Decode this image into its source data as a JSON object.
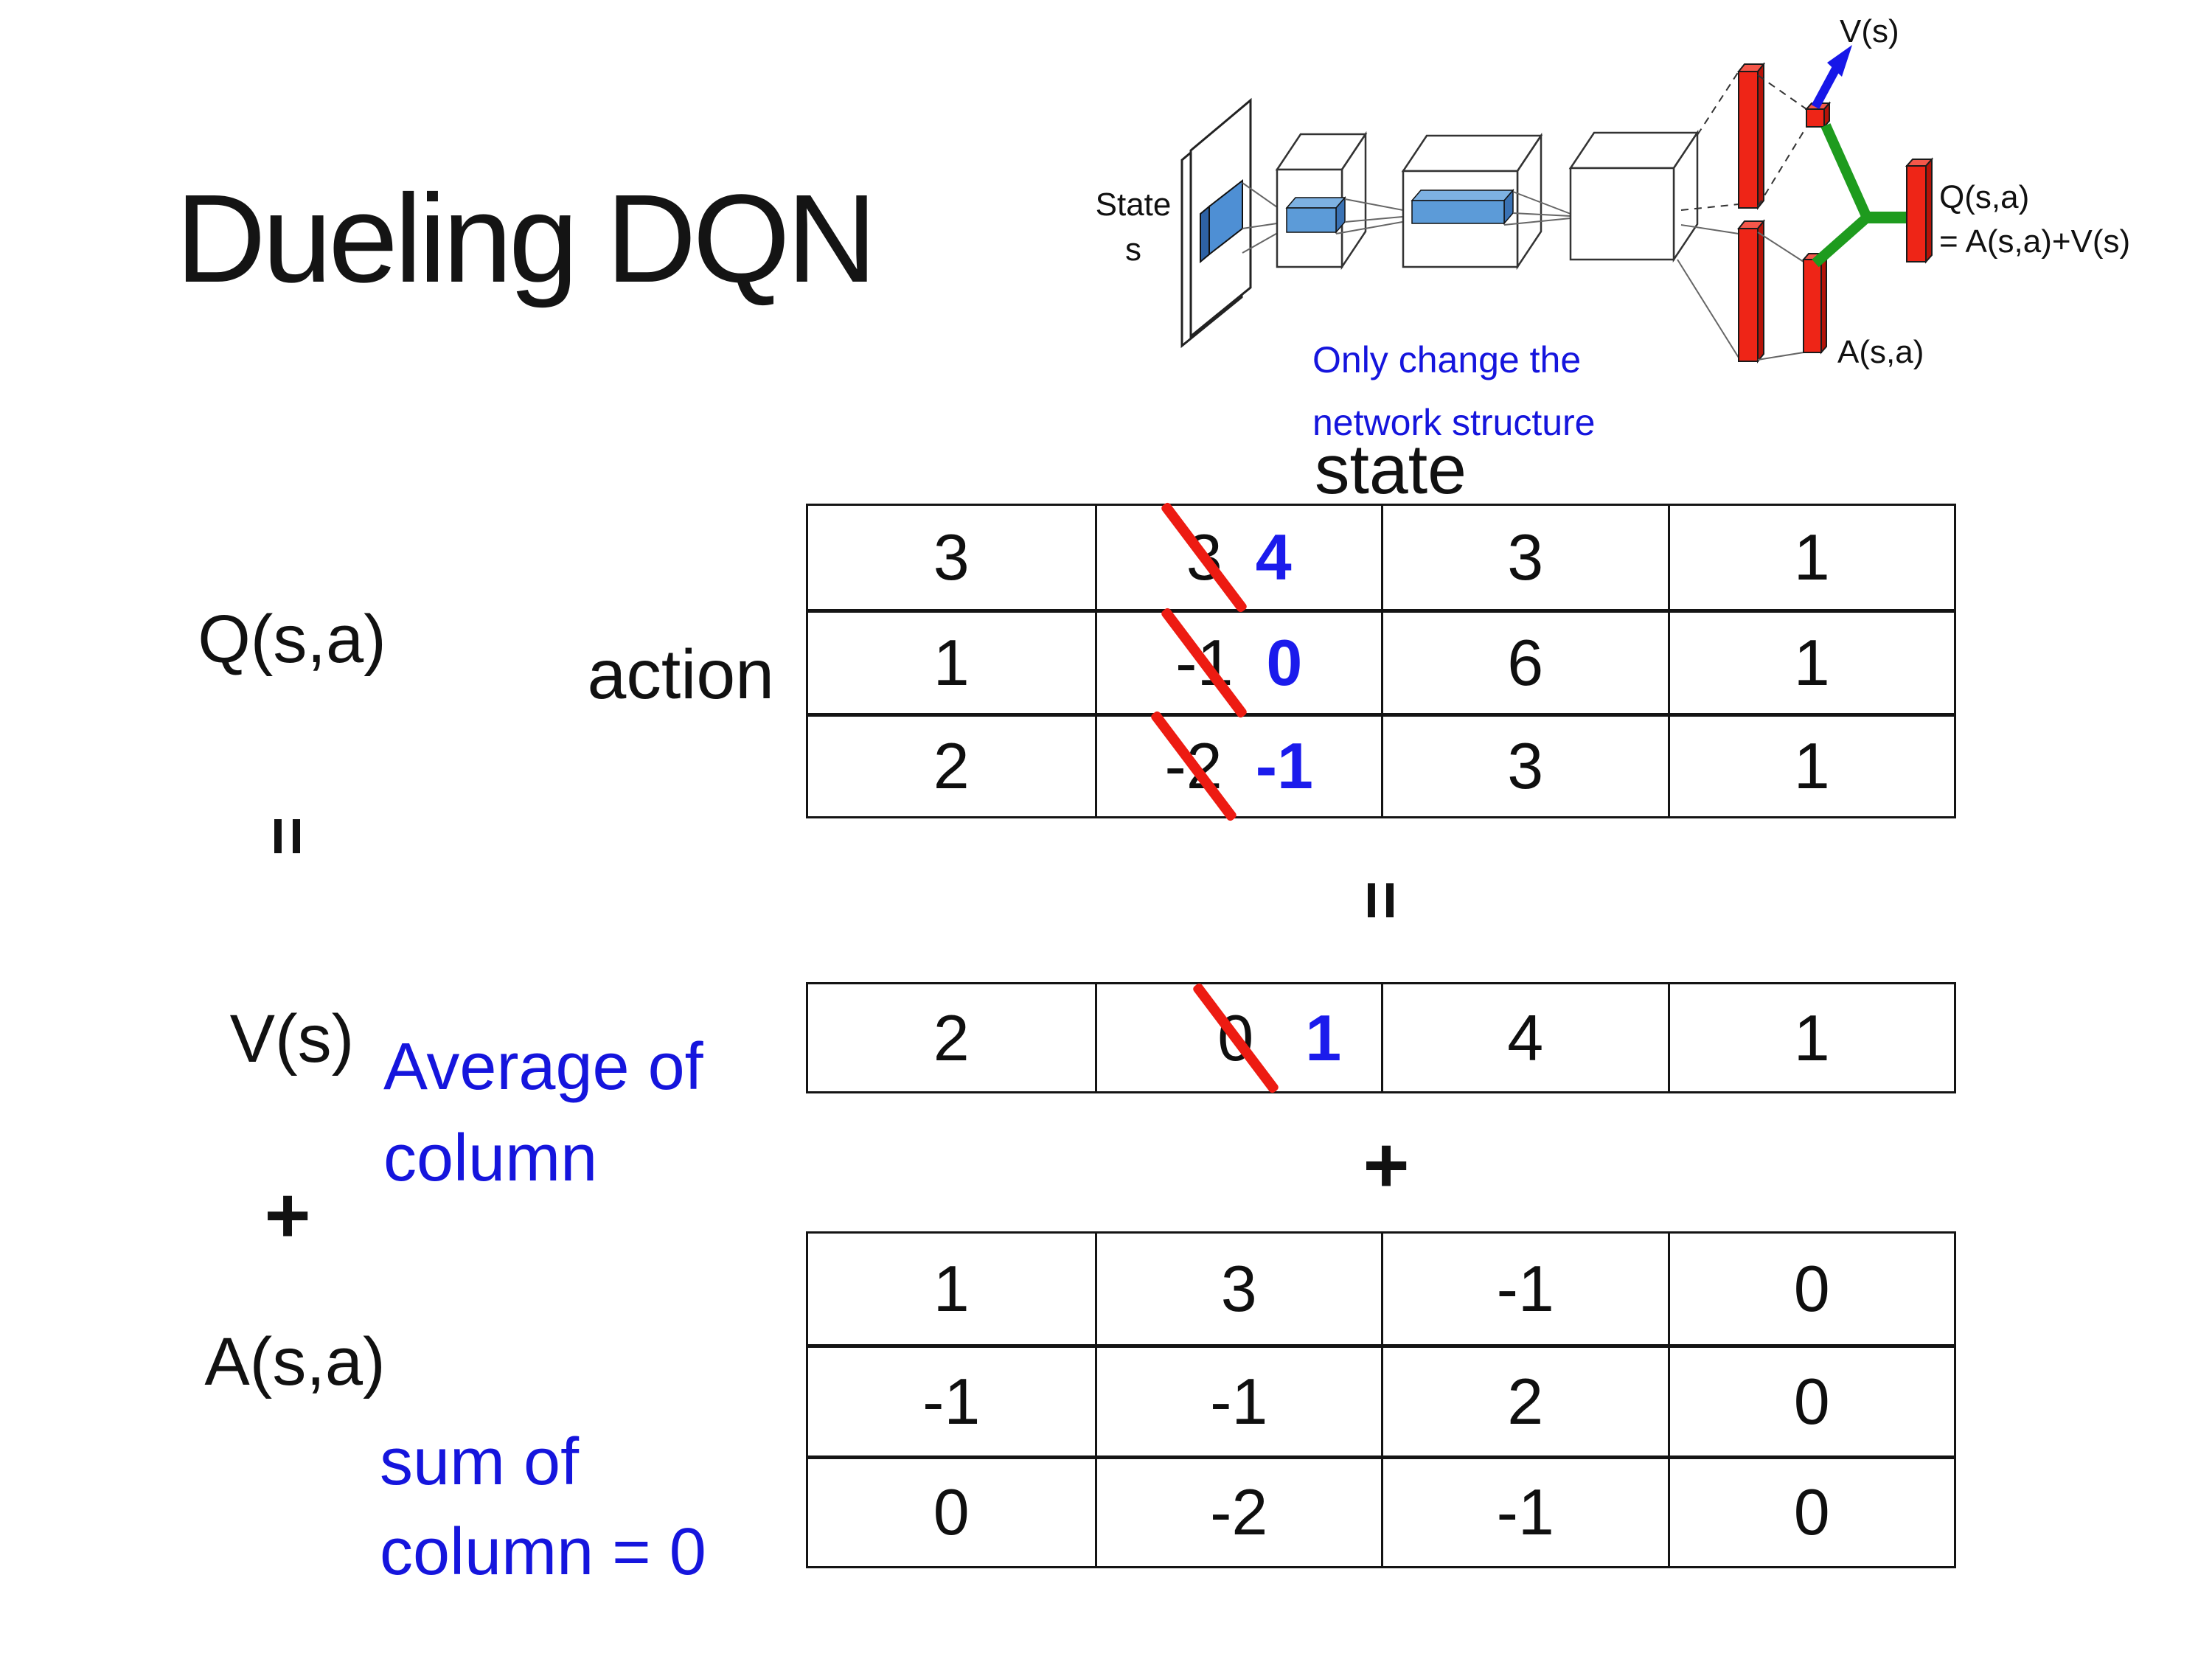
{
  "slide": {
    "title": "Dueling DQN"
  },
  "diagram": {
    "state_label": "State",
    "state_sub": "s",
    "v_out_label": "V(s)",
    "a_out_label": "A(s,a)",
    "q_out_label": "Q(s,a)",
    "q_out_formula": "= A(s,a)+V(s)",
    "note_line1": "Only change the",
    "note_line2": "network structure",
    "colors": {
      "bar_red": "#ee2517",
      "bar_red_dark": "#b51308",
      "slab_blue": "#5c9bd8",
      "merge_green": "#1e9b1e",
      "arrow_blue": "#1717e8",
      "note_blue": "#1515dd",
      "strike_red": "#ed1b12",
      "new_value_blue": "#1b1bec"
    }
  },
  "equation": {
    "q_label": "Q(s,a)",
    "equals_left": "=",
    "v_label": "V(s)",
    "plus_left": "+",
    "a_label": "A(s,a)",
    "equals_mid": "=",
    "plus_mid": "+",
    "v_note": "Average of\ncolumn",
    "a_note": "sum of\ncolumn = 0"
  },
  "axes": {
    "state_header": "state",
    "action_label": "action"
  },
  "tables": {
    "q": {
      "rows": [
        {
          "c0": "3",
          "c1_old": "3",
          "c1_new": "4",
          "c2": "3",
          "c3": "1"
        },
        {
          "c0": "1",
          "c1_old": "-1",
          "c1_new": "0",
          "c2": "6",
          "c3": "1"
        },
        {
          "c0": "2",
          "c1_old": "-2",
          "c1_new": "-1",
          "c2": "3",
          "c3": "1"
        }
      ]
    },
    "v": {
      "c0": "2",
      "c1_old": "0",
      "c1_new": "1",
      "c2": "4",
      "c3": "1"
    },
    "a": {
      "rows": [
        {
          "c0": "1",
          "c1": "3",
          "c2": "-1",
          "c3": "0"
        },
        {
          "c0": "-1",
          "c1": "-1",
          "c2": "2",
          "c3": "0"
        },
        {
          "c0": "0",
          "c1": "-2",
          "c2": "-1",
          "c3": "0"
        }
      ]
    }
  }
}
